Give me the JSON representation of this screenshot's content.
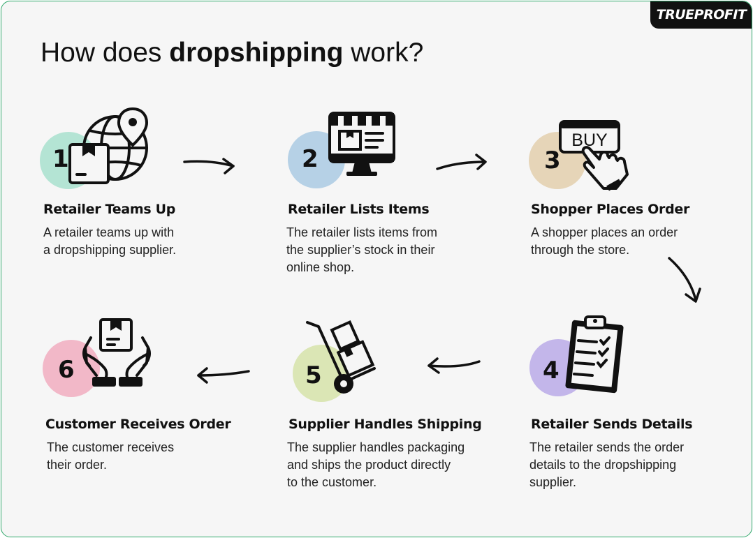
{
  "brand": {
    "logo_text": "TRUEPROFIT"
  },
  "heading": {
    "prefix": "How does ",
    "bold": "dropshipping",
    "suffix": " work?"
  },
  "steps": [
    {
      "number": "1",
      "title": "Retailer Teams Up",
      "line1": "A retailer teams up with",
      "line2": "a dropshipping supplier.",
      "line3": "",
      "circle_color": "#b4e4d4",
      "icon": "globe-package-icon"
    },
    {
      "number": "2",
      "title": "Retailer Lists Items",
      "line1": "The retailer lists items from",
      "line2": "the supplier’s stock in their",
      "line3": "online shop.",
      "circle_color": "#b6d1e6",
      "icon": "storefront-monitor-icon"
    },
    {
      "number": "3",
      "title": "Shopper Places Order",
      "line1": "A shopper places an order",
      "line2": "through the store.",
      "line3": "",
      "circle_color": "#e6d5b8",
      "icon": "buy-button-hand-icon",
      "buy_label": "BUY"
    },
    {
      "number": "4",
      "title": "Retailer Sends Details",
      "line1": "The retailer sends the order",
      "line2": "details to the dropshipping",
      "line3": "supplier.",
      "circle_color": "#c3b6ea",
      "icon": "clipboard-checklist-icon"
    },
    {
      "number": "5",
      "title": "Supplier Handles Shipping",
      "line1": "The supplier handles packaging",
      "line2": "and ships the product directly",
      "line3": "to the customer.",
      "circle_color": "#dbe6b5",
      "icon": "hand-truck-boxes-icon"
    },
    {
      "number": "6",
      "title": "Customer Receives Order",
      "line1": "The customer receives",
      "line2": "their order.",
      "line3": "",
      "circle_color": "#f2b8c8",
      "icon": "hands-receiving-box-icon"
    }
  ]
}
